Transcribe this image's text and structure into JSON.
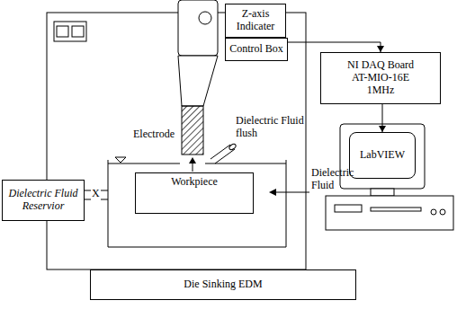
{
  "diagram": {
    "nodes": [
      {
        "text": [
          "Z-axis Indicater"
        ]
      },
      {
        "text": [
          "Control Box"
        ]
      },
      {
        "text": [
          "NI DAQ Board",
          "AT-MIO-16E",
          "1MHz"
        ]
      },
      {
        "text": [
          "LabVIEW"
        ]
      },
      {
        "text": [
          "Dielectric Fluid Reservior"
        ]
      },
      {
        "text": [
          "Workpiece"
        ]
      },
      {
        "text": [
          "Die Sinking EDM"
        ]
      }
    ],
    "edges": [
      {
        "from": 1,
        "to": 2,
        "arrow": "to"
      },
      {
        "from": 2,
        "to": 3,
        "arrow": "to"
      }
    ],
    "labels": [
      "Electrode",
      "Dielectric Fluid flush",
      "Dielectric Fluid",
      "X"
    ]
  }
}
